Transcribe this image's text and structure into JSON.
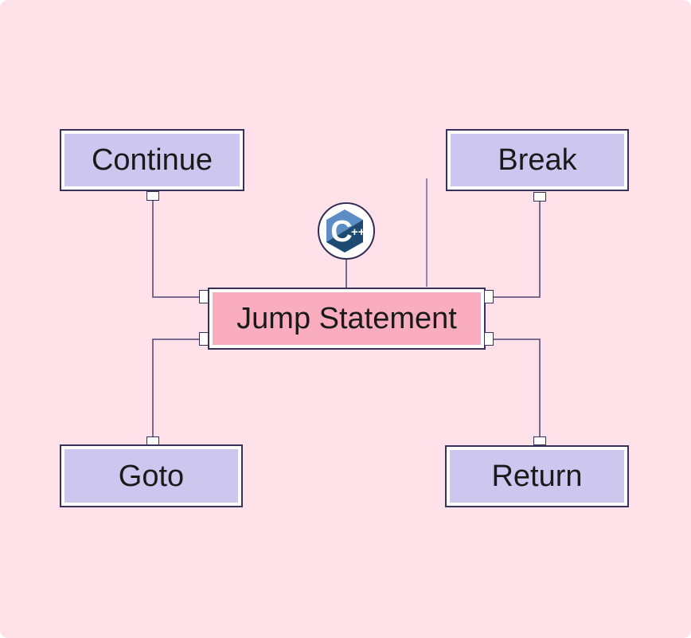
{
  "diagram": {
    "center_node": {
      "label": "Jump Statement"
    },
    "branch_nodes": [
      {
        "id": "continue",
        "label": "Continue",
        "position": "top-left"
      },
      {
        "id": "break",
        "label": "Break",
        "position": "top-right"
      },
      {
        "id": "goto",
        "label": "Goto",
        "position": "bottom-left"
      },
      {
        "id": "return",
        "label": "Return",
        "position": "bottom-right"
      }
    ],
    "logo": {
      "name": "cpp-logo",
      "letter": "C",
      "plusplus": "++"
    }
  },
  "colors": {
    "background": "#ffe1e9",
    "branch_node_fill": "#cdc6ee",
    "center_node_fill": "#f9adbe",
    "node_border": "#38325a",
    "wire": "#665b82",
    "logo_circle_border": "#332d56",
    "logo_light_blue": "#5b8ec5",
    "logo_dark_blue": "#1c4a73",
    "text": "#1a1a1a"
  }
}
